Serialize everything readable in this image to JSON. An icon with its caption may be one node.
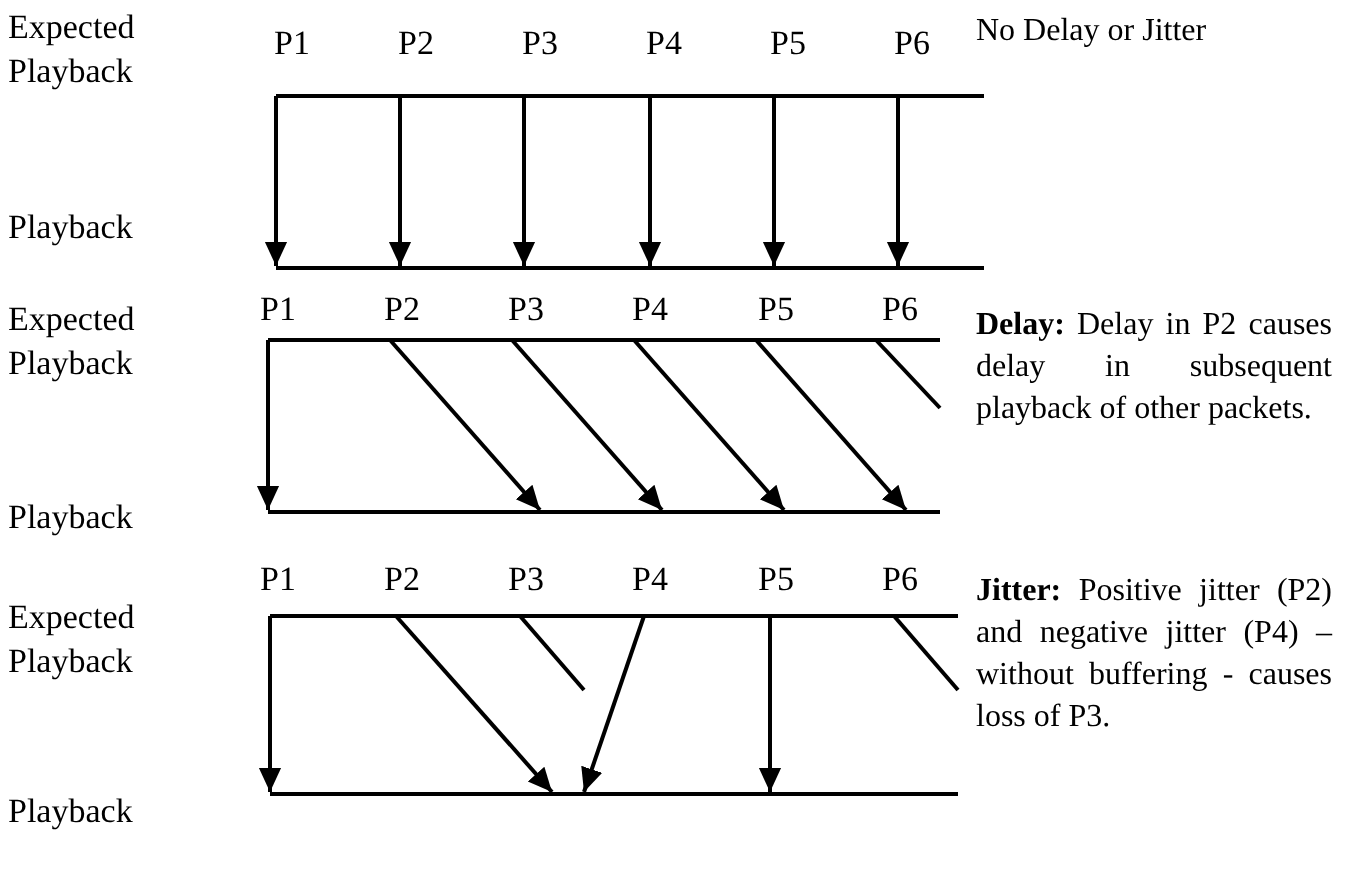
{
  "diagram": {
    "nodes": [
      {
        "text": [],
        "shape": "bar"
      },
      {
        "text": [],
        "shape": "bar"
      },
      {
        "text": [],
        "shape": "bar"
      },
      {
        "text": [],
        "shape": "bar"
      },
      {
        "text": [],
        "shape": "bar"
      },
      {
        "text": [],
        "shape": "bar"
      }
    ],
    "edges": [
      {
        "from": 0,
        "to": 1,
        "arrow": "to"
      },
      {
        "from": 0,
        "to": 1,
        "arrow": "to"
      },
      {
        "from": 0,
        "to": 1,
        "arrow": "to"
      },
      {
        "from": 0,
        "to": 1,
        "arrow": "to"
      },
      {
        "from": 0,
        "to": 1,
        "arrow": "to"
      },
      {
        "from": 0,
        "to": 1,
        "arrow": "to"
      },
      {
        "from": 2,
        "to": 3,
        "arrow": "to"
      },
      {
        "from": 2,
        "to": 3,
        "arrow": "to"
      },
      {
        "from": 2,
        "to": 3,
        "arrow": "to"
      },
      {
        "from": 2,
        "to": 3,
        "arrow": "to"
      },
      {
        "from": 2,
        "to": 3,
        "arrow": "to"
      },
      {
        "from": 2,
        "to": null,
        "arrow": "none"
      },
      {
        "from": 4,
        "to": 5,
        "arrow": "to"
      },
      {
        "from": 4,
        "to": 5,
        "arrow": "to"
      },
      {
        "from": 4,
        "to": null,
        "arrow": "none"
      },
      {
        "from": 4,
        "to": 5,
        "arrow": "to"
      },
      {
        "from": 4,
        "to": 5,
        "arrow": "to"
      },
      {
        "from": 4,
        "to": null,
        "arrow": "none"
      }
    ],
    "labels": [
      "Expected Playback",
      "P1",
      "P2",
      "P3",
      "P4",
      "P5",
      "P6",
      "No Delay or Jitter",
      "Playback",
      "Expected Playback",
      "P1",
      "P2",
      "P3",
      "P4",
      "P5",
      "P6",
      "**Delay:** Delay in P2 causes delay in subsequent playback of other packets.",
      "Playback",
      "Expected Playback",
      "P1",
      "P2",
      "P3",
      "P4",
      "P5",
      "P6",
      "**Jitter:** Positive jitter (P2) and negative jitter (P4) – without buffering - causes loss of P3.",
      "Playback"
    ]
  }
}
